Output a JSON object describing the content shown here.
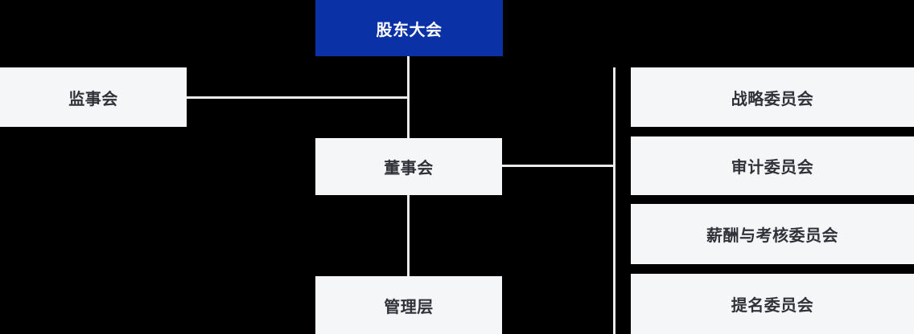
{
  "diagram": {
    "type": "org-chart",
    "nodes": {
      "shareholders": {
        "label": "股东大会"
      },
      "supervisory": {
        "label": "监事会"
      },
      "board": {
        "label": "董事会"
      },
      "management": {
        "label": "管理层"
      },
      "committees": [
        {
          "label": "战略委员会"
        },
        {
          "label": "审计委员会"
        },
        {
          "label": "薪酬与考核委员会"
        },
        {
          "label": "提名委员会"
        }
      ]
    },
    "colors": {
      "background": "#000000",
      "accent_blue": "#0A31A5",
      "box_background": "#F5F6F8",
      "box_text": "#2F3238",
      "blue_box_text": "#FFFFFF",
      "connector_line": "#E9EAEC"
    }
  }
}
